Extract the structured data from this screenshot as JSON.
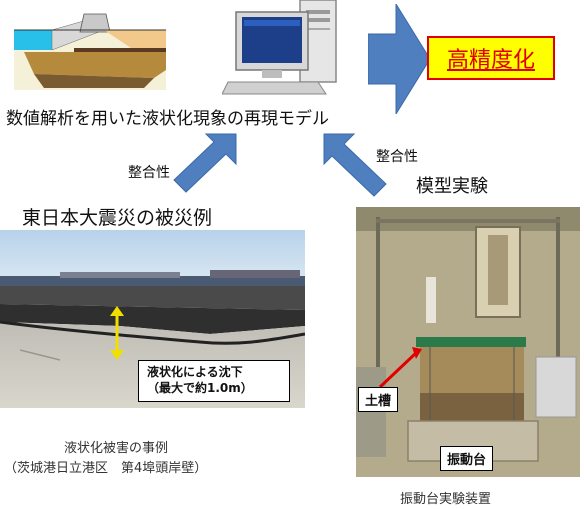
{
  "precision_label": "高精度化",
  "model_caption": "数値解析を用いた液状化現象の再現モデル",
  "consistency_left": "整合性",
  "consistency_right": "整合性",
  "experiment_title": "模型実験",
  "disaster_title": "東日本大震災の被災例",
  "subsidence": {
    "line1": "液状化による沈下",
    "line2": "（最大で約1.0m）"
  },
  "case_caption": {
    "line1": "液状化被害の事例",
    "line2": "（茨城港日立港区　第4埠頭岸壁）"
  },
  "tank_label": "土槽",
  "table_label": "振動台",
  "apparatus_caption": "振動台実験装置",
  "colors": {
    "arrow_blue": "#4f7fbf",
    "highlight_yellow": "#ffff00",
    "highlight_red": "#e00000"
  }
}
